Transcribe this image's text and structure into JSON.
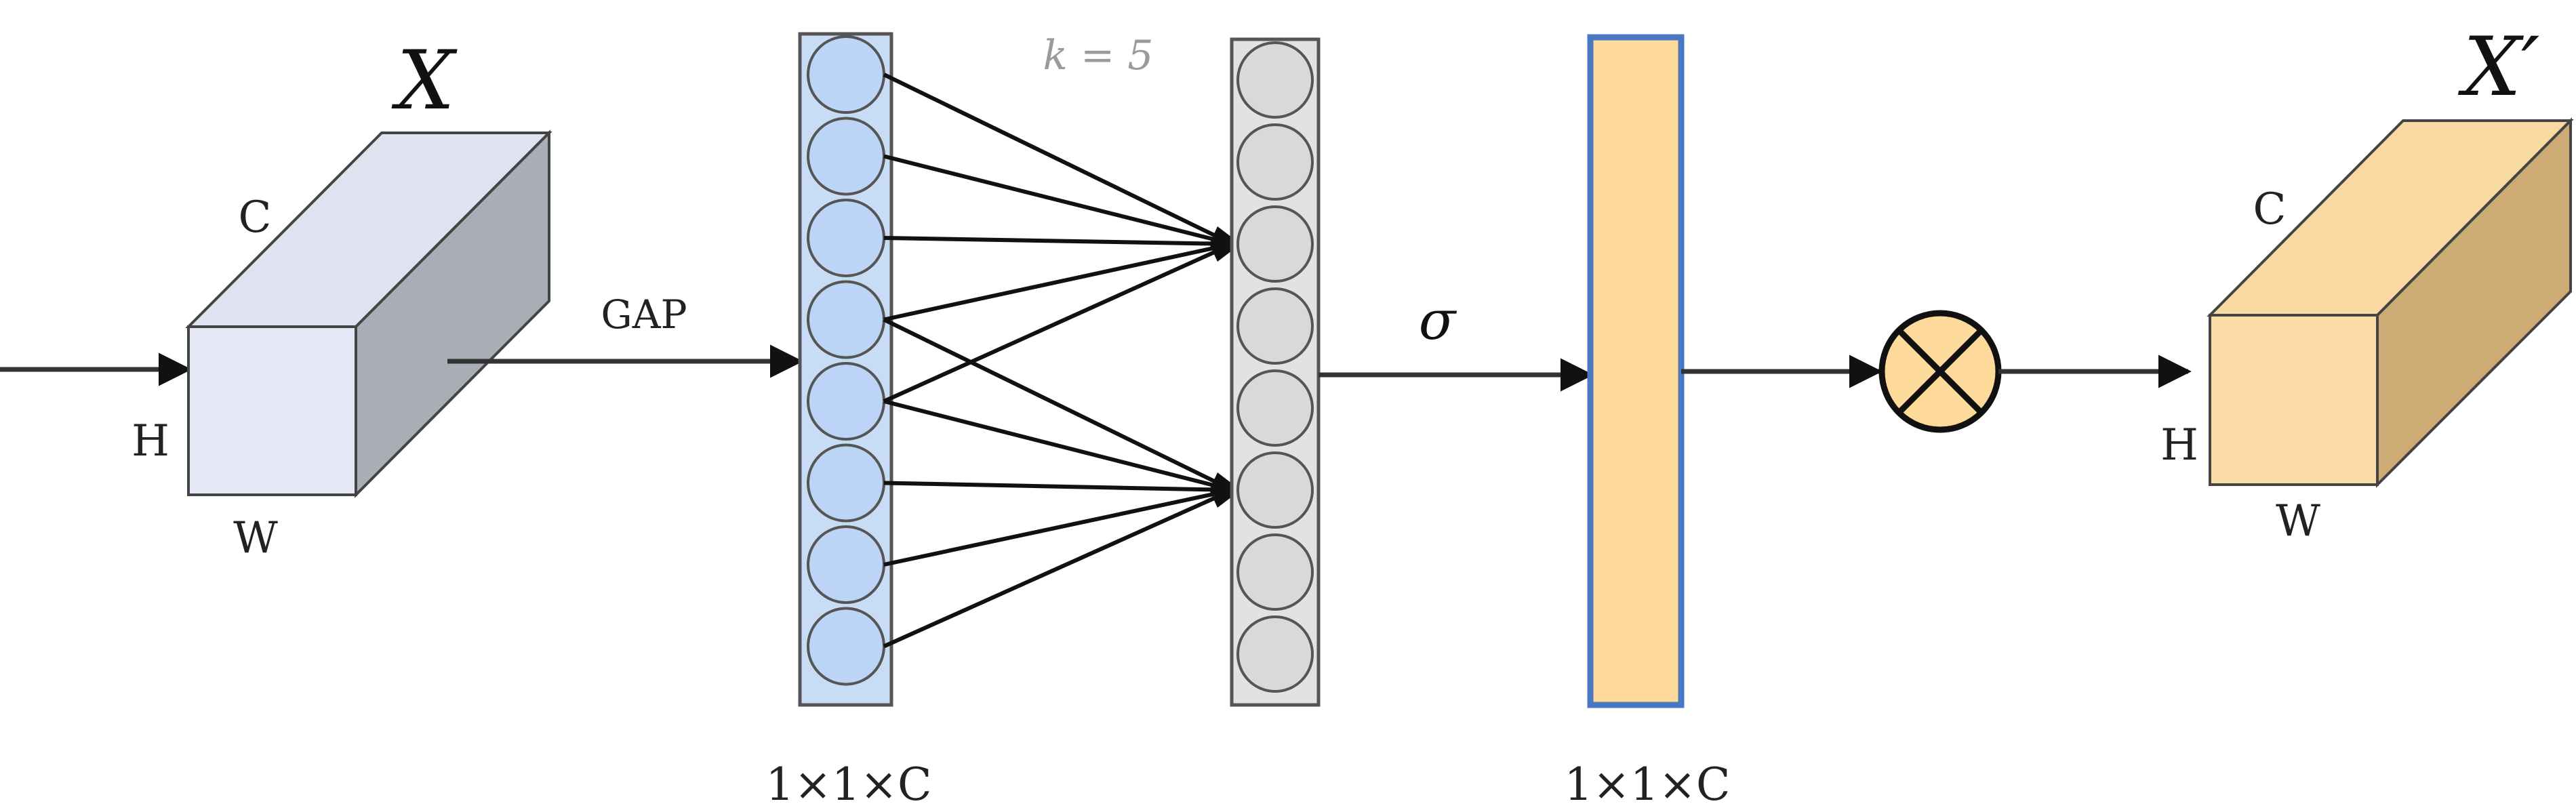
{
  "input_tensor": {
    "symbol": "X",
    "dim_c": "C",
    "dim_h": "H",
    "dim_w": "W",
    "front_color": "#e4e8f4",
    "top_color": "#dfe3f0",
    "side_color": "#a9adb6"
  },
  "gap_label": "GAP",
  "pooled_vector": {
    "node_count": 8,
    "fill": "#bcd4f6",
    "caption": "1×1×C"
  },
  "conv_kernel_label": "k = 5",
  "conv_output_vector": {
    "node_count": 8,
    "fill": "#d9d9d9"
  },
  "activation_label": "σ",
  "attention_vector": {
    "fill": "#fdd99a",
    "border": "#4a78c2",
    "caption": "1×1×C"
  },
  "multiply_operator": {
    "icon": "multiply-circle-icon",
    "fill": "#fdd99a"
  },
  "output_tensor": {
    "symbol": "X′",
    "dim_c": "C",
    "dim_h": "H",
    "dim_w": "W",
    "front_color": "#fbdca6",
    "top_color": "#f8d9a2",
    "side_color": "#ccab74"
  }
}
